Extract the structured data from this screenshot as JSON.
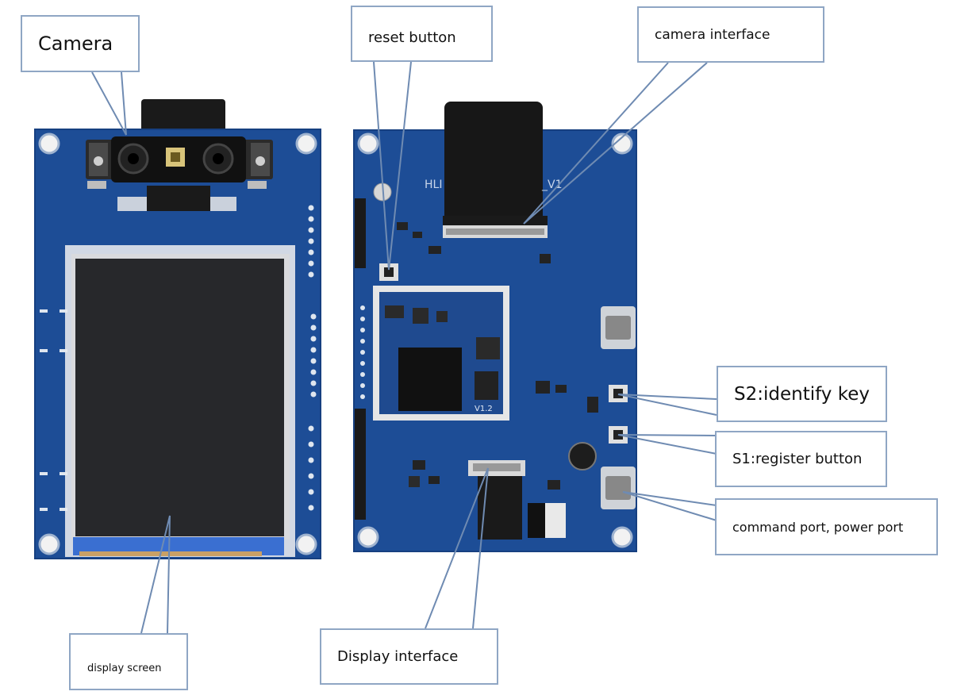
{
  "labels": {
    "camera": "Camera",
    "reset_button": "reset button",
    "camera_interface": "camera interface",
    "identify_key": "S2:identify key",
    "register_button": "S1:register button",
    "command_port": "command port, power port",
    "display_interface": "Display interface",
    "display_screen": "display screen"
  },
  "board_silkscreen": {
    "version": "V1.2",
    "model_left": "HLI",
    "model_right": "_V1"
  },
  "colors": {
    "pcb_blue": "#1d4d96",
    "pcb_dark": "#123a78",
    "callout_border": "#8fa6c4",
    "leader_line": "#6f8bb2",
    "screen": "#27282b",
    "ribbon": "#1a1a1a"
  }
}
